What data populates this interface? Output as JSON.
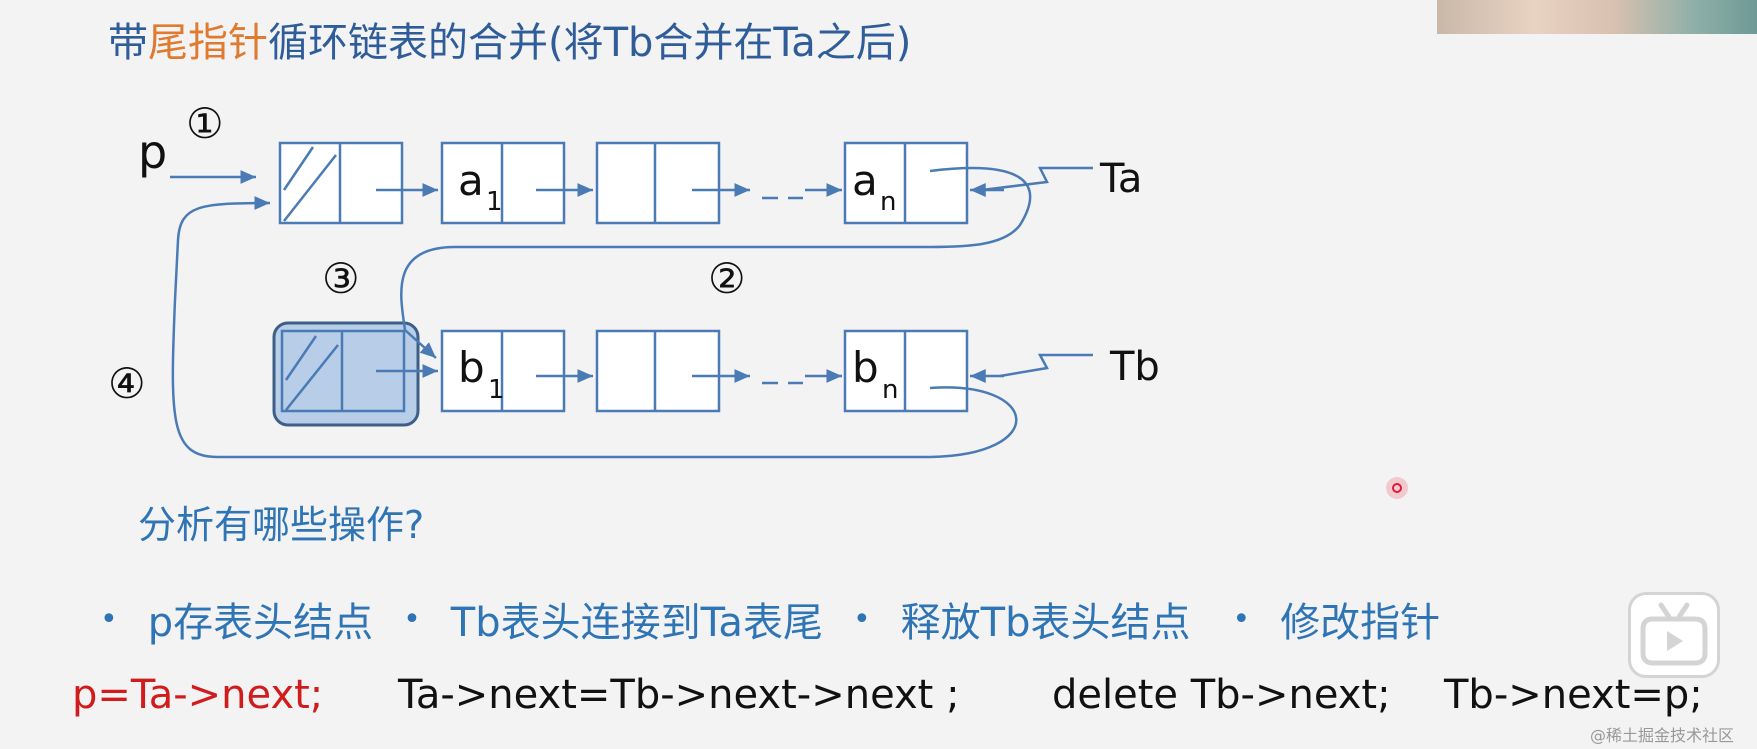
{
  "title": {
    "prefix": "带",
    "accent": "尾指针",
    "suffix": "循环链表的合并(将Tb合并在Ta之后)"
  },
  "diagram": {
    "pointer_p": "p",
    "label_ta": "Ta",
    "label_tb": "Tb",
    "a_first": "a",
    "a_first_sub": "1",
    "a_last": "a",
    "a_last_sub": "n",
    "b_first": "b",
    "b_first_sub": "1",
    "b_last": "b",
    "b_last_sub": "n",
    "step1": "①",
    "step2": "②",
    "step3": "③",
    "step4": "④"
  },
  "question": "分析有哪些操作?",
  "operations": [
    "p存表头结点",
    "Tb表头连接到Ta表尾",
    "释放Tb表头结点",
    "修改指针"
  ],
  "bullet": "•",
  "code": [
    "p=Ta->next;",
    "Ta->next=Tb->next->next ;",
    "delete Tb->next;",
    "Tb->next=p;"
  ],
  "watermark": "@稀土掘金技术社区",
  "colors": {
    "title": "#2f5d9a",
    "accent": "#e07a2e",
    "line": "#4a7bb5",
    "highlight_fill": "#b7cde8",
    "code_highlight": "#d01c1c"
  }
}
